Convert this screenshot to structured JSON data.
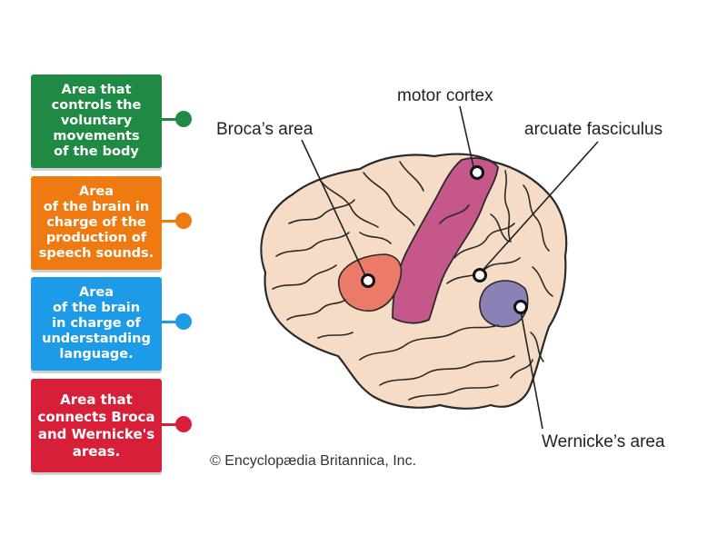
{
  "cards": [
    {
      "text": "Area that\ncontrols the\nvoluntary\nmovements\nof the body",
      "color": "#1f8a43"
    },
    {
      "text": "Area\nof the brain in\ncharge of the\nproduction of\nspeech sounds.",
      "color": "#f07a12"
    },
    {
      "text": "Area\nof the brain\nin charge of\nunderstanding\nlanguage.",
      "color": "#1e9be6"
    },
    {
      "text": "Area that\nconnects Broca\nand Wernicke's\nareas.",
      "color": "#d71f3a"
    }
  ],
  "labels": {
    "motor_cortex": "motor cortex",
    "brocas_area": "Broca’s area",
    "arcuate_fasciculus": "arcuate fasciculus",
    "wernickes_area": "Wernicke’s area"
  },
  "copyright": "© Encyclopædia Britannica, Inc.",
  "colors": {
    "brain_fill": "#f6dcc6",
    "brain_outline": "#2a2a2a",
    "motor_cortex": "#c6578a",
    "brocas_area": "#ec7a68",
    "wernickes_area": "#8a82b6"
  }
}
